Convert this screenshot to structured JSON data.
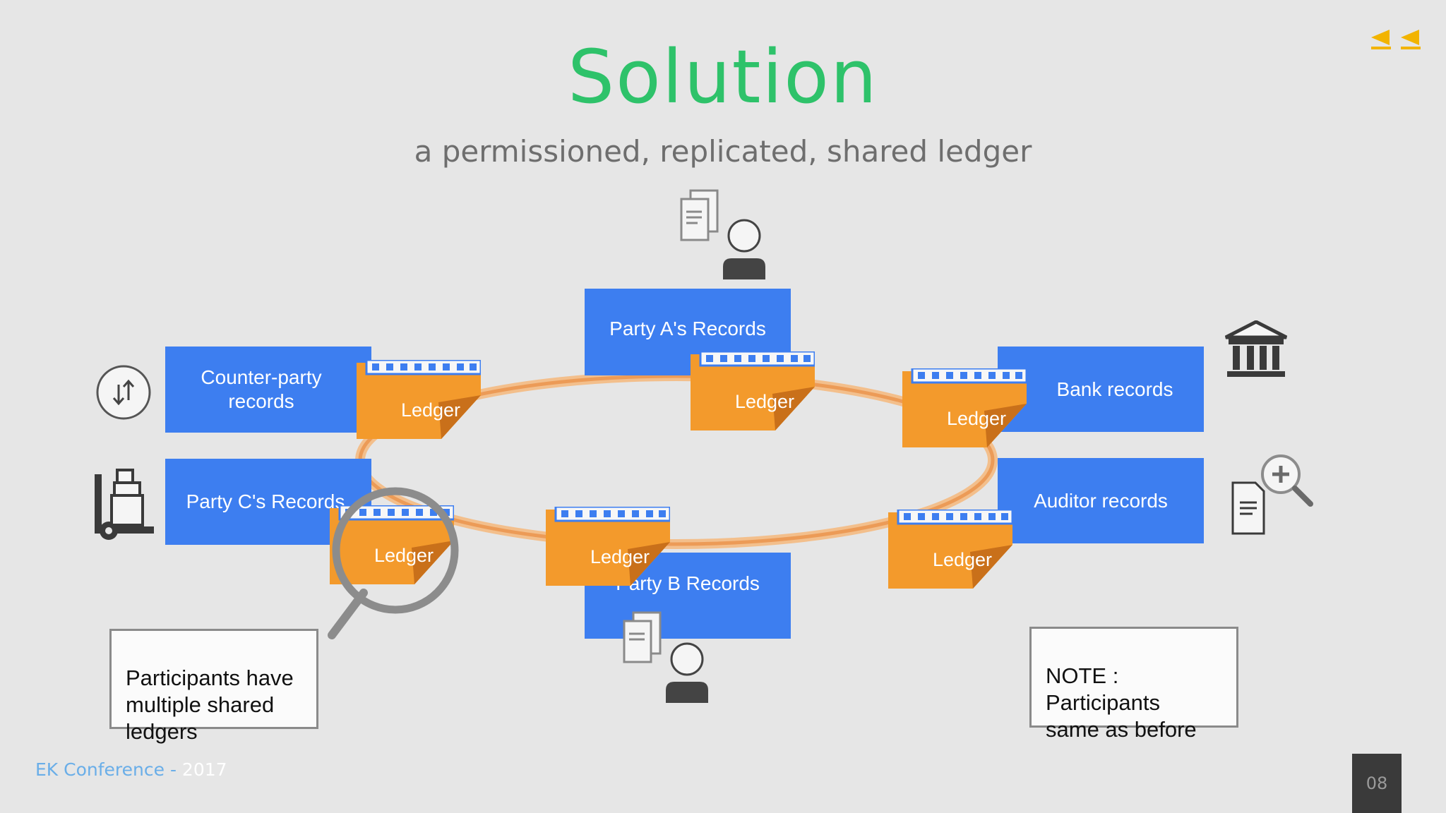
{
  "slide": {
    "title": "Solution",
    "subtitle": "a permissioned, replicated, shared ledger",
    "nav_icons": [
      "previous-arrow-icon",
      "previous-arrow-icon"
    ]
  },
  "diagram": {
    "boxes": {
      "party_a": "Party A's Records",
      "counterparty": "Counter-party\nrecords",
      "party_c": "Party C's Records",
      "bank": "Bank records",
      "auditor": "Auditor records",
      "party_b": "Party B Records"
    },
    "ledger_label": "Ledger",
    "notes": {
      "left": "Participants have\nmultiple shared\nledgers",
      "right": "NOTE :\nParticipants\nsame as before"
    },
    "icons": [
      "documents-icon",
      "person-icon",
      "transfer-icon",
      "bank-icon",
      "hand-truck-icon",
      "document-search-icon",
      "magnifier-icon"
    ],
    "colors": {
      "box_blue": "#3d7ef0",
      "ledger_orange": "#f39a2c",
      "ring_orange": "#f0b37a",
      "title_green": "#2ec26a"
    }
  },
  "footer": {
    "conference": "EK Conference",
    "separator": " - ",
    "year": "2017",
    "page_number": "08"
  }
}
